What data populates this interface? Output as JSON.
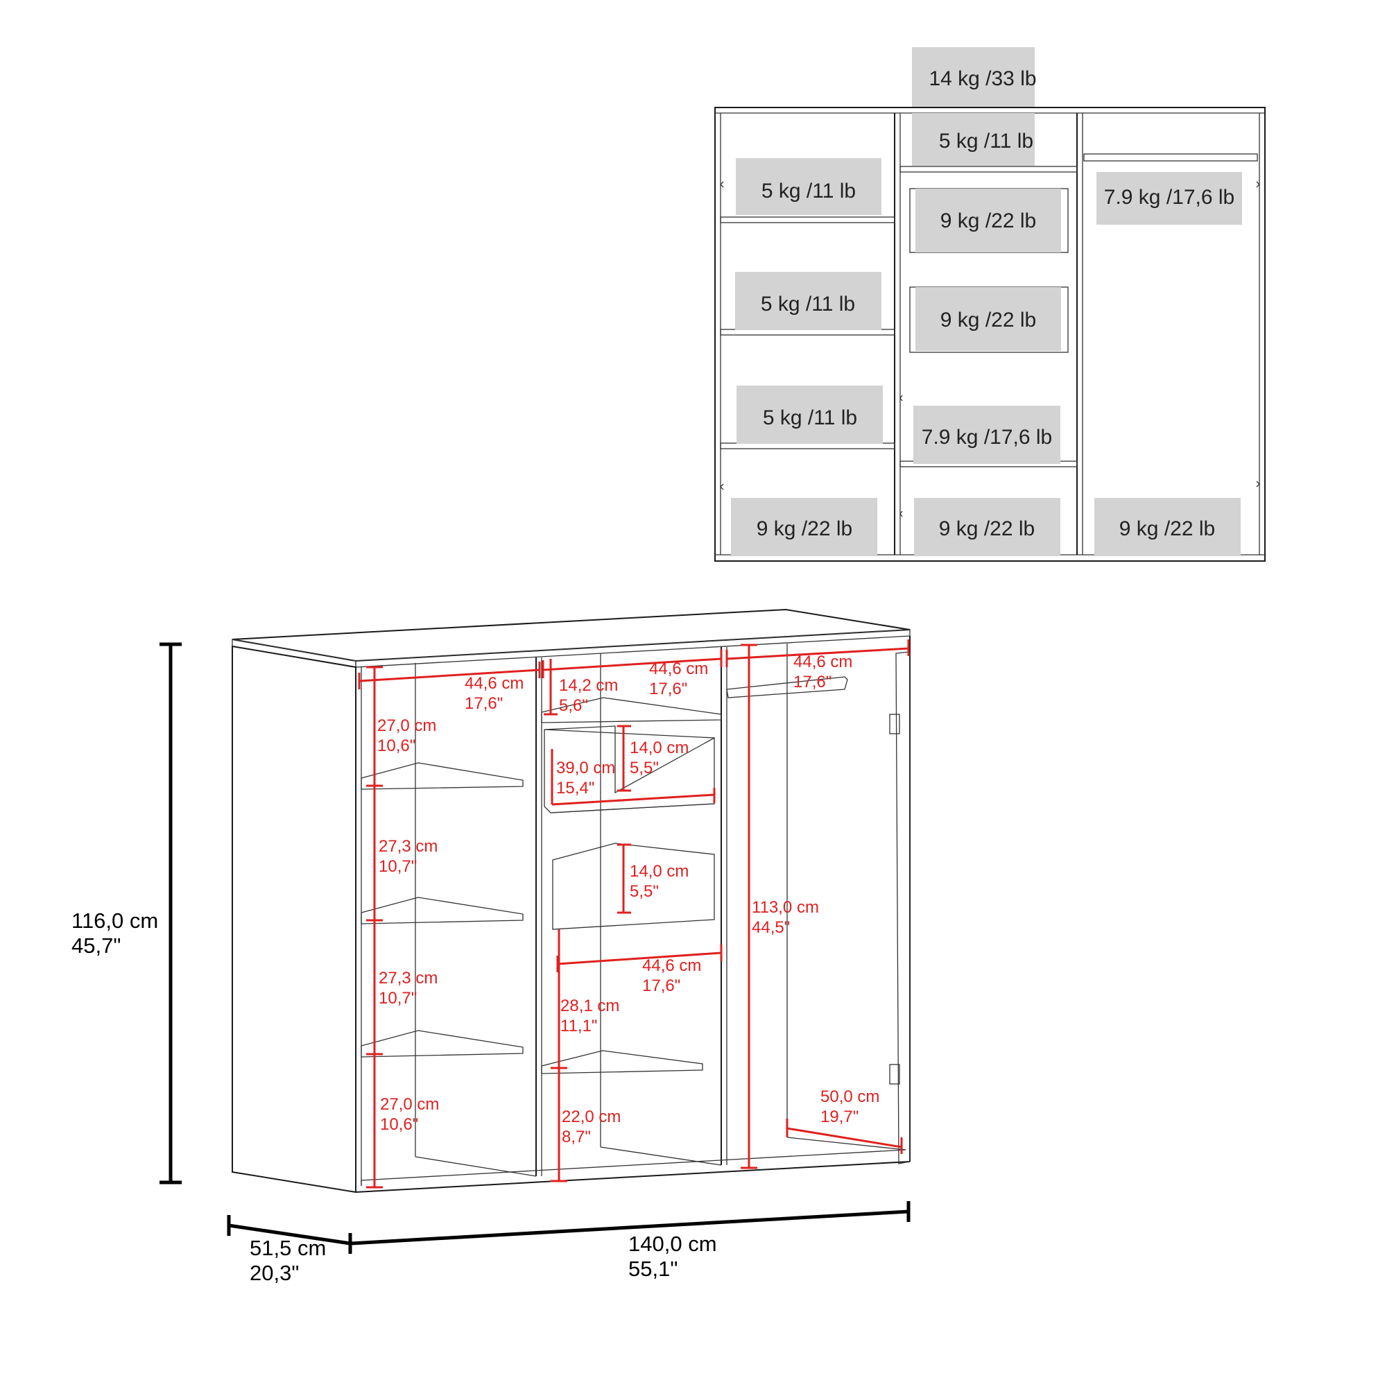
{
  "load_diagram": {
    "labels": [
      "14 kg /33 lb",
      "5 kg /11 lb",
      "5 kg /11 lb",
      "7.9 kg /17,6 lb",
      "9 kg /22 lb",
      "5 kg /11 lb",
      "9 kg /22 lb",
      "5 kg /11 lb",
      "7.9 kg /17,6 lb",
      "9 kg /22 lb",
      "9 kg /22 lb",
      "9 kg /22 lb"
    ]
  },
  "dimensions": {
    "overall_height": {
      "cm": "116,0 cm",
      "in": "45,7\""
    },
    "overall_width": {
      "cm": "140,0 cm",
      "in": "55,1\""
    },
    "overall_depth": {
      "cm": "51,5 cm",
      "in": "20,3\""
    },
    "left_top_width": {
      "cm": "44,6 cm",
      "in": "17,6\""
    },
    "left_shelf_1": {
      "cm": "27,0 cm",
      "in": "10,6\""
    },
    "left_shelf_2": {
      "cm": "27,3 cm",
      "in": "10,7\""
    },
    "left_shelf_3": {
      "cm": "27,3 cm",
      "in": "10,7\""
    },
    "left_shelf_4": {
      "cm": "27,0 cm",
      "in": "10,6\""
    },
    "mid_top_width": {
      "cm": "44,6 cm",
      "in": "17,6\""
    },
    "mid_top_height": {
      "cm": "14,2 cm",
      "in": "5,6\""
    },
    "drawer_depth": {
      "cm": "39,0 cm",
      "in": "15,4\""
    },
    "drawer_1_height": {
      "cm": "14,0 cm",
      "in": "5,5\""
    },
    "drawer_2_height": {
      "cm": "14,0 cm",
      "in": "5,5\""
    },
    "mid_lower_width": {
      "cm": "44,6 cm",
      "in": "17,6\""
    },
    "mid_shelf_1": {
      "cm": "28,1 cm",
      "in": "11,1\""
    },
    "mid_shelf_2": {
      "cm": "22,0 cm",
      "in": "8,7\""
    },
    "right_top_width": {
      "cm": "44,6 cm",
      "in": "17,6\""
    },
    "right_height": {
      "cm": "113,0 cm",
      "in": "44,5\""
    },
    "right_depth": {
      "cm": "50,0 cm",
      "in": "19,7\""
    }
  }
}
